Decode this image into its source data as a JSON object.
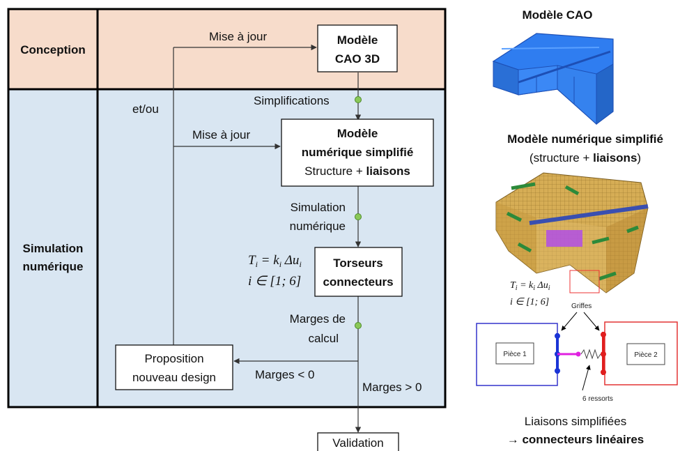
{
  "colors": {
    "conception_band": "#f7dccb",
    "simulation_band": "#d9e6f2",
    "model_blue": "#2f7df0",
    "mesh_yellow": "#d8b25a",
    "mesh_green": "#2c8a3a",
    "piece1_border": "#3333cc",
    "piece2_border": "#e33333",
    "node_green": "#8ac858",
    "connector_blue": "#1a34d6",
    "connector_red": "#e01e1e",
    "connector_magenta": "#e020e0"
  },
  "rows": {
    "conception": "Conception",
    "simulation_line1": "Simulation",
    "simulation_line2": "numérique"
  },
  "flow": {
    "cad_box_line1": "Modèle",
    "cad_box_line2": "CAO 3D",
    "update_top": "Mise à jour",
    "and_or": "et/ou",
    "simplifications": "Simplifications",
    "update_mid": "Mise à jour",
    "num_box_line1": "Modèle",
    "num_box_line2": "numérique simplifié",
    "num_box_line3_a": "Structure + ",
    "num_box_line3_b": "liaisons",
    "sim_label_line1": "Simulation",
    "sim_label_line2": "numérique",
    "formula_line1": "T_i = k_i Δu_i",
    "formula_line2": "i ∈ [1; 6]",
    "torsor_line1": "Torseurs",
    "torsor_line2": "connecteurs",
    "margins_line1": "Marges de",
    "margins_line2": "calcul",
    "proposal_line1": "Proposition",
    "proposal_line2": "nouveau design",
    "margins_neg": "Marges < 0",
    "margins_pos": "Marges > 0",
    "validation": "Validation"
  },
  "right_panel": {
    "cad_title": "Modèle CAO",
    "simplified_title": "Modèle numérique simplifié",
    "simplified_sub_a": "(structure + ",
    "simplified_sub_b": "liaisons",
    "simplified_sub_c": ")",
    "formula_line1": "T_i = k_i Δu_i",
    "formula_line2": "i ∈ [1; 6]",
    "griffes": "Griffes",
    "piece1": "Pièce 1",
    "piece2": "Pièce 2",
    "springs": "6 ressorts",
    "caption_line1": "Liaisons simplifiées",
    "caption_line2_arrow": "→ ",
    "caption_line2_bold": "connecteurs linéaires"
  }
}
